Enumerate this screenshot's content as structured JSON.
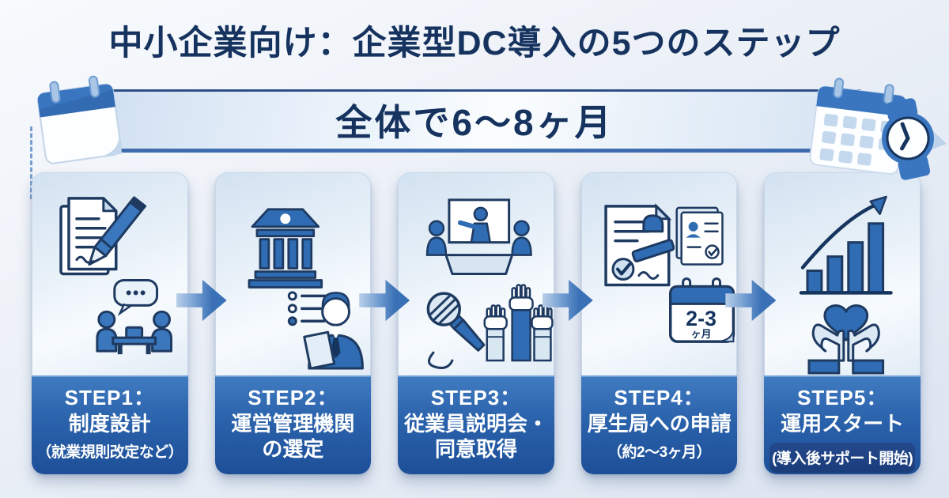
{
  "title": "中小企業向け：企業型DC導入の5つのステップ",
  "banner": {
    "label": "全体で6〜8ヶ月",
    "left_icon": "calendar-icon",
    "right_icon": "calendar-clock-icon"
  },
  "steps": [
    {
      "label": "STEP1：",
      "line1": "制度設計",
      "note": "（就業規則改定など）",
      "icons": [
        "document-pen-icon",
        "meeting-discussion-icon"
      ]
    },
    {
      "label": "STEP2：",
      "line1": "運営管理機関",
      "line2": "の選定",
      "icons": [
        "bank-icon",
        "checklist-icon",
        "advisor-icon"
      ]
    },
    {
      "label": "STEP3：",
      "line1": "従業員説明会・",
      "line2": "同意取得",
      "icons": [
        "presentation-icon",
        "microphone-icon",
        "raised-hands-icon"
      ]
    },
    {
      "label": "STEP4：",
      "line1": "厚生局への申請",
      "note": "（約2〜3ヶ月）",
      "badge_value": "2-3",
      "badge_unit": "ヶ月",
      "icons": [
        "stamped-document-icon",
        "approved-form-icon",
        "calendar-badge-icon"
      ]
    },
    {
      "label": "STEP5：",
      "line1": "運用スタート",
      "note": "(導入後サポート開始)",
      "note_highlight": true,
      "icons": [
        "growth-chart-icon",
        "hands-heart-icon"
      ]
    }
  ],
  "colors": {
    "background": "#e7edf5",
    "title_navy": "#16335f",
    "primary_blue": "#2f6cb3",
    "icon_outline": "#1e3a61",
    "footer_gradient_top": "#407ac0",
    "footer_gradient_bottom": "#1d4f98",
    "banner_border_bottom": "#3e6cae",
    "arrow_blue": "#3a70b5",
    "highlight_band": "#1a3c7a"
  }
}
